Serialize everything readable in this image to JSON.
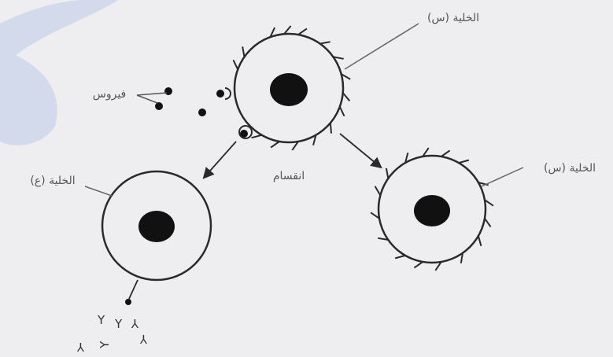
{
  "diagram": {
    "labels": {
      "cell_s_top": "الخلية (س)",
      "cell_s_right": "الخلية (س)",
      "cell_a": "الخلية (ع)",
      "virus": "فيروس",
      "division": "انقسام"
    },
    "antibody_symbols": [
      "Y",
      "Y",
      "Y",
      "Y",
      "Y",
      "Y"
    ],
    "colors": {
      "background": "#eeedf0",
      "ink": "#2a2a2a",
      "nucleus": "#111111",
      "watermark": "#c9d3ea"
    }
  }
}
